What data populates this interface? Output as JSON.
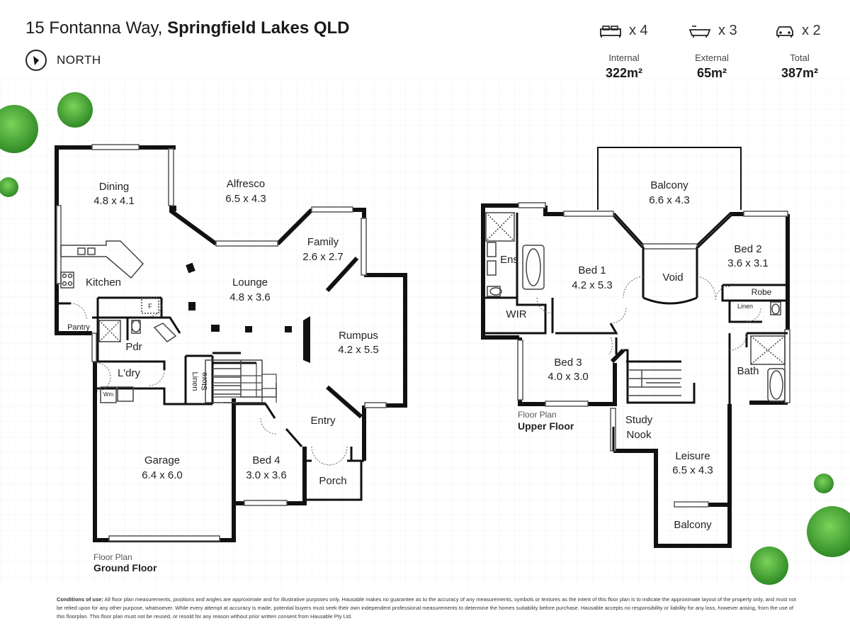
{
  "header": {
    "street": "15 Fontanna Way,",
    "suburb": "Springfield Lakes QLD",
    "north_label": "NORTH"
  },
  "features": {
    "bedrooms": "x 4",
    "bathrooms": "x 3",
    "car_spaces": "x 2"
  },
  "areas": {
    "internal_label": "Internal",
    "internal_value": "322m²",
    "external_label": "External",
    "external_value": "65m²",
    "total_label": "Total",
    "total_value": "387m²"
  },
  "ground_floor": {
    "caption_small": "Floor Plan",
    "caption_big": "Ground Floor",
    "rooms": {
      "dining": {
        "name": "Dining",
        "dims": "4.8 x 4.1"
      },
      "alfresco": {
        "name": "Alfresco",
        "dims": "6.5 x 4.3"
      },
      "family": {
        "name": "Family",
        "dims": "2.6 x 2.7"
      },
      "lounge": {
        "name": "Lounge",
        "dims": "4.8 x 3.6"
      },
      "kitchen": {
        "name": "Kitchen"
      },
      "pantry": {
        "name": "Pantry"
      },
      "pdr": {
        "name": "Pdr"
      },
      "ldry": {
        "name": "L'dry"
      },
      "linen": {
        "name": "Linen"
      },
      "store": {
        "name": "Store"
      },
      "rumpus": {
        "name": "Rumpus",
        "dims": "4.2 x 5.5"
      },
      "entry": {
        "name": "Entry"
      },
      "garage": {
        "name": "Garage",
        "dims": "6.4 x 6.0"
      },
      "bed4": {
        "name": "Bed 4",
        "dims": "3.0 x 3.6"
      },
      "porch": {
        "name": "Porch"
      },
      "fridge": {
        "name": "F"
      },
      "washer": {
        "name": "Wm"
      }
    }
  },
  "upper_floor": {
    "caption_small": "Floor Plan",
    "caption_big": "Upper Floor",
    "rooms": {
      "balcony_top": {
        "name": "Balcony",
        "dims": "6.6 x 4.3"
      },
      "ens": {
        "name": "Ens"
      },
      "bed1": {
        "name": "Bed 1",
        "dims": "4.2 x 5.3"
      },
      "void": {
        "name": "Void"
      },
      "bed2": {
        "name": "Bed 2",
        "dims": "3.6 x 3.1"
      },
      "robe": {
        "name": "Robe"
      },
      "linen": {
        "name": "Linen"
      },
      "wir": {
        "name": "WIR"
      },
      "bed3": {
        "name": "Bed 3",
        "dims": "4.0 x 3.0"
      },
      "bath": {
        "name": "Bath"
      },
      "study": {
        "name": "Study"
      },
      "nook": {
        "name": "Nook"
      },
      "leisure": {
        "name": "Leisure",
        "dims": "6.5 x 4.3"
      },
      "balcony_bottom": {
        "name": "Balcony"
      }
    }
  },
  "footer": {
    "heading": "Conditions of use:",
    "text": "All floor plan measurements, positions and angles are approximate and for illustrative purposes only. Hausable makes no guarantee as to the accuracy of any measurements, symbols or textures as the intent of this floor plan is to indicate the approximate layout of the property only, and must not be relied upon for any other purpose, whatsoever. While every attempt at accuracy is made, potential buyers must seek their own independent professional measurements to determine the homes suitability before purchase. Hausable accepts no responsibility or liability for any loss, however arising, from the use of this floorplan. This floor plan must not be reused, or resold for any reason without prior written consent from Hausable Pty Ltd."
  },
  "colors": {
    "wall": "#111111",
    "grid": "#eeeeee",
    "tree": "#4caf3a",
    "tree_dark": "#2e7d22"
  }
}
